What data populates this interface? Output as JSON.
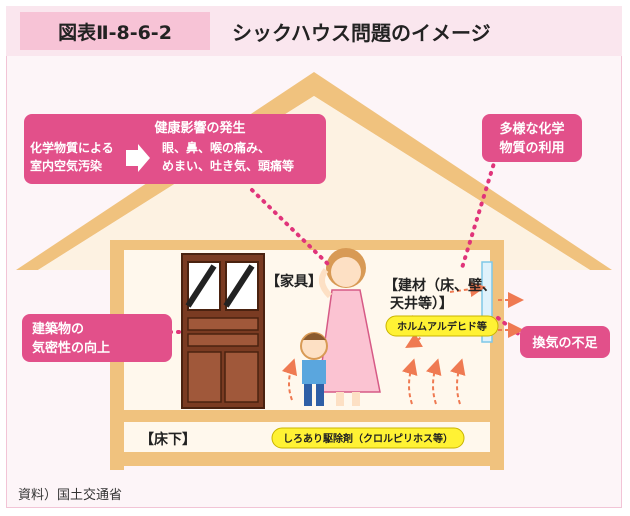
{
  "figure": {
    "label": "図表Ⅱ-8-6-2",
    "title": "シックハウス問題のイメージ",
    "source": "資料）国土交通省"
  },
  "callouts": {
    "health_effects": {
      "heading": "健康影響の発生",
      "cause_line1": "化学物質による",
      "cause_line2": "室内空気汚染",
      "symptoms_line1": "眼、鼻、喉の痛み、",
      "symptoms_line2": "めまい、吐き気、頭痛等"
    },
    "chemicals_line1": "多様な化学",
    "chemicals_line2": "物質の利用",
    "airtightness_line1": "建築物の",
    "airtightness_line2": "気密性の向上",
    "ventilation": "換気の不足"
  },
  "labels": {
    "furniture": "【家具】",
    "materials_line1": "【建材（床、壁、",
    "materials_line2": "天井等）】",
    "formaldehyde": "ホルムアルデヒド等",
    "underfloor": "【床下】",
    "termiticide": "しろあり駆除剤（クロルピリホス等）"
  },
  "colors": {
    "callout_pink": "#e2508a",
    "house_frame": "#f0c27e",
    "chip_yellow": "#fff234",
    "dot_pink": "#e0347a",
    "arrow_orange": "#ef7a52"
  }
}
